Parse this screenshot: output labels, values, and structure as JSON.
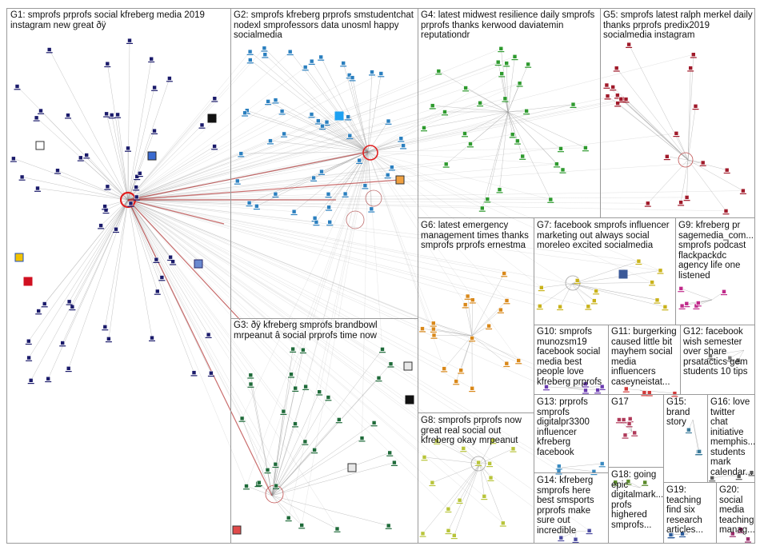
{
  "groups": [
    {
      "id": "G1",
      "label": "G1: smprofs prprofs social kfreberg media 2019\ninstagram new great ðÿ",
      "color": "#1b1b6b",
      "nodes": 55
    },
    {
      "id": "G2",
      "label": "G2: smprofs kfreberg prprofs smstudentchat\nnodexl smprofessors data unosml happy\nsocialmedia",
      "color": "#2a7fbf",
      "nodes": 48
    },
    {
      "id": "G3",
      "label": "G3: ðÿ kfreberg smprofs brandbowl\nmrpeanut â social prprofs time now",
      "color": "#1f6b3a",
      "nodes": 32
    },
    {
      "id": "G4",
      "label": "G4: latest midwest resilience daily smprofs\nprprofs thanks kerwood daviatemin\nreputationdr",
      "color": "#2e9a2e",
      "nodes": 30
    },
    {
      "id": "G5",
      "label": "G5: smprofs latest ralph merkel daily\nthanks prprofs predix2019\nsocialmedia instagram",
      "color": "#a01a2a",
      "nodes": 22
    },
    {
      "id": "G6",
      "label": "G6: latest emergency\nmanagement times thanks\nsmprofs prprofs ernestma",
      "color": "#d9881a",
      "nodes": 18
    },
    {
      "id": "G7",
      "label": "G7: facebook smprofs influencer\nmarketing out always social\nmoreleo excited socialmedia",
      "color": "#c9b21a",
      "nodes": 12
    },
    {
      "id": "G8",
      "label": "G8: smprofs prprofs now\ngreat real social out\nkfreberg okay mrpeanut",
      "color": "#b8c43a",
      "nodes": 16
    },
    {
      "id": "G9",
      "label": "G9: kfreberg pr\nsagemedia_com...\nsmprofs podcast\nflackpackdc\nagency life one\nlistened",
      "color": "#c02a8a",
      "nodes": 6
    },
    {
      "id": "G10",
      "label": "G10: smprofs\nmunozsm19\nfacebook social\nmedia best\npeople love\nkfreberg prprofs",
      "color": "#6a3ab0",
      "nodes": 5
    },
    {
      "id": "G11",
      "label": "G11: burgerking\ncaused little bit\nmayhem social\nmedia\ninfluencers\ncaseyneistat...",
      "color": "#d23a3a",
      "nodes": 4
    },
    {
      "id": "G12",
      "label": "G12: facebook\nwish semester\nover share\nprsatactics gem\nstudents 10 tips",
      "color": "#7a7a7a",
      "nodes": 3
    },
    {
      "id": "G13",
      "label": "G13: prprofs\nsmprofs\ndigitalpr3300\ninfluencer\nkfreberg\nfacebook",
      "color": "#3a8ac0",
      "nodes": 4
    },
    {
      "id": "G14",
      "label": "G14: kfreberg\nsmprofs here\nbest smsports\nprprofs make\nsure out\nincredible",
      "color": "#4a4aa0",
      "nodes": 3
    },
    {
      "id": "G15",
      "label": "G15:\nbrand\nstory",
      "color": "#3a7a9a",
      "nodes": 3
    },
    {
      "id": "G16",
      "label": "G16: love\ntwitter\nchat\ninitiative\nmemphis...\nstudents\nmark\ncalendar...",
      "color": "#5a5a5a",
      "nodes": 3
    },
    {
      "id": "G17",
      "label": "G17",
      "color": "#b03a5a",
      "nodes": 6
    },
    {
      "id": "G18",
      "label": "G18: going\nepic\ndigitalmark...\nprofs\nhighered\nsmprofs...",
      "color": "#5a8a2a",
      "nodes": 3
    },
    {
      "id": "G19",
      "label": "G19:\nteaching\nfind six\nresearch\narticles...",
      "color": "#2a5a9a",
      "nodes": 3
    },
    {
      "id": "G20",
      "label": "G20:\nsocial\nmedia\nteaching\nmanag...",
      "color": "#9a2a6a",
      "nodes": 3
    }
  ],
  "colors": {
    "edge": "#8f8f8f",
    "hub_edge": "#b43030",
    "border": "#9a9a9a",
    "text": "#111111",
    "background": "#ffffff"
  }
}
